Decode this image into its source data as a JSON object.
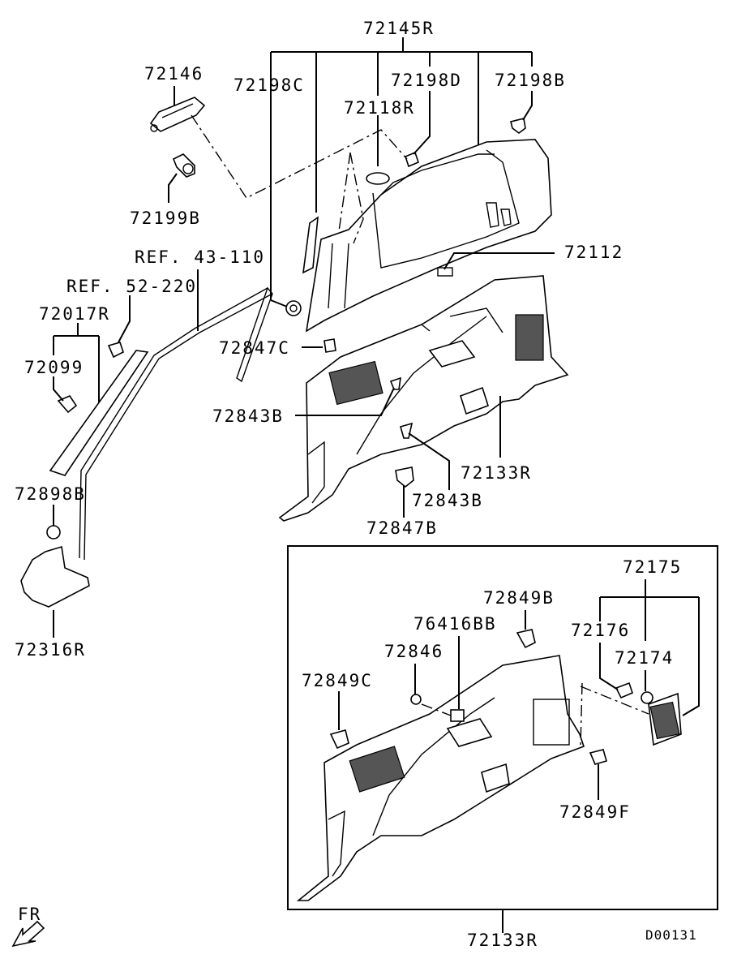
{
  "labels": {
    "l72145R": "72145R",
    "l72146": "72146",
    "l72198C": "72198C",
    "l72198D": "72198D",
    "l72198B": "72198B",
    "l72118R": "72118R",
    "l72199B": "72199B",
    "ref43": "REF. 43-110",
    "ref52": "REF. 52-220",
    "l72112": "72112",
    "l72017R": "72017R",
    "l72099": "72099",
    "l72847C": "72847C",
    "l72843B_a": "72843B",
    "l72843B_b": "72843B",
    "l72133R_a": "72133R",
    "l72847B": "72847B",
    "l72898B": "72898B",
    "l72316R": "72316R",
    "l72175": "72175",
    "l72849B": "72849B",
    "l76416BB": "76416BB",
    "l72176": "72176",
    "l72846": "72846",
    "l72174": "72174",
    "l72849C": "72849C",
    "l72849F": "72849F",
    "l72133R_b": "72133R",
    "fr": "FR",
    "code": "D00131"
  },
  "icons": {
    "direction": "front-arrow-icon"
  }
}
